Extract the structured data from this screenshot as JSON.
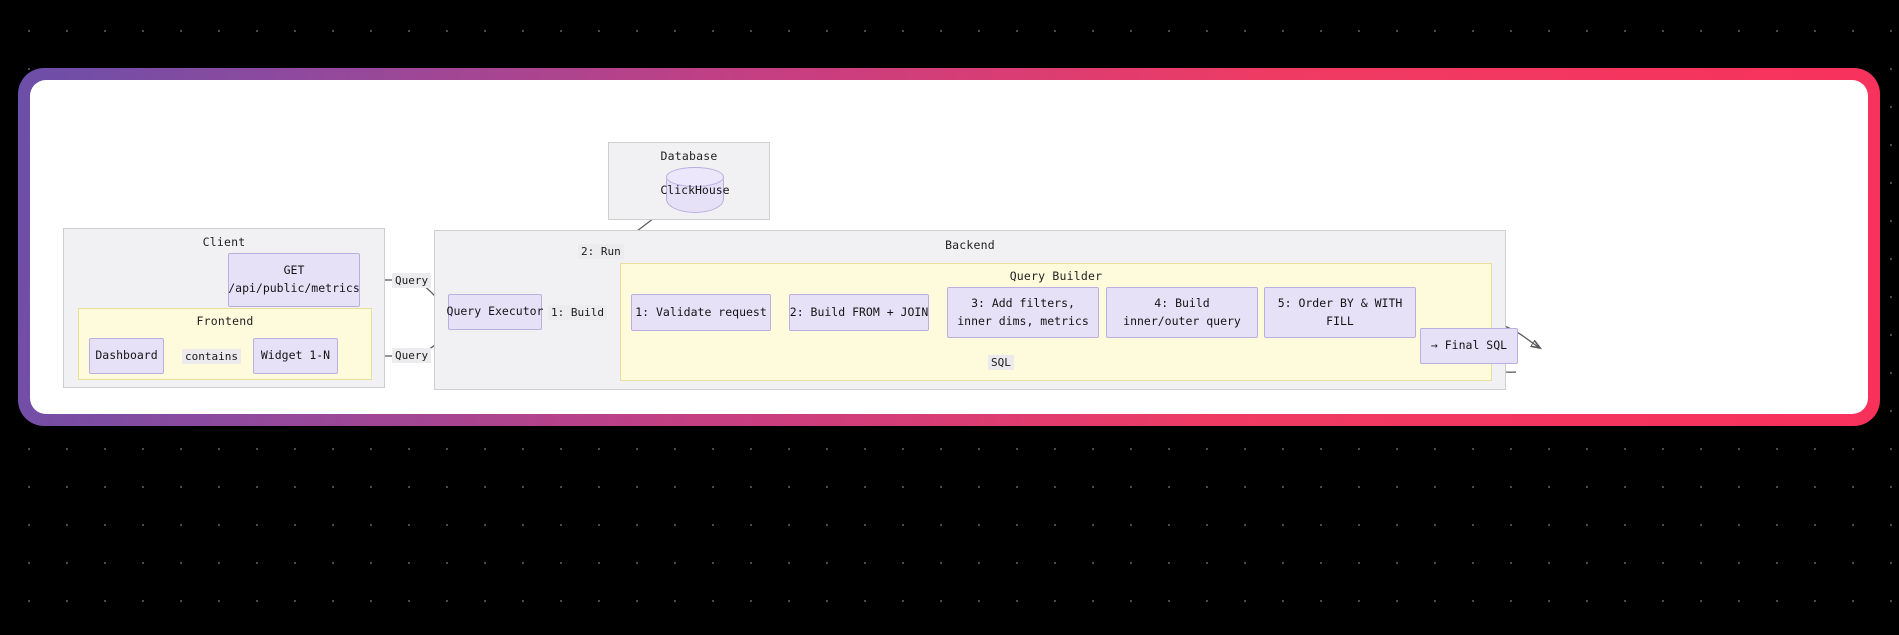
{
  "background": {
    "style": "dotted-grid",
    "color": "#000000",
    "dot_color": "#4a4a4a"
  },
  "frame": {
    "gradient_from": "#6b4fa8",
    "gradient_mid": "#c43f83",
    "gradient_to": "#f8315b",
    "card_color": "#ffffff"
  },
  "palette": {
    "node_fill": "#e7e1f8",
    "node_stroke": "#b9b0e0",
    "subgraph_gray_fill": "#f1f1f3",
    "subgraph_gray_stroke": "#cfcfcf",
    "subgraph_yellow_fill": "#fdfbdc",
    "subgraph_yellow_stroke": "#e6e09a",
    "edge_stroke": "#54565b",
    "edge_label_bg": "#ececef"
  },
  "diagram": {
    "type": "flowchart",
    "subgraphs": [
      {
        "id": "database",
        "title": "Database"
      },
      {
        "id": "client",
        "title": "Client"
      },
      {
        "id": "frontend",
        "title": "Frontend"
      },
      {
        "id": "backend",
        "title": "Backend"
      },
      {
        "id": "query_builder",
        "title": "Query Builder"
      }
    ],
    "nodes": {
      "clickhouse": {
        "label": "ClickHouse",
        "shape": "cylinder",
        "group": "database"
      },
      "get_endpoint": {
        "line1": "GET",
        "line2": "/api/public/metrics",
        "shape": "rect",
        "group": "client"
      },
      "dashboard": {
        "label": "Dashboard",
        "shape": "rect",
        "group": "frontend"
      },
      "widget": {
        "label": "Widget 1-N",
        "shape": "rect",
        "group": "frontend"
      },
      "query_executor": {
        "label": "Query Executor",
        "shape": "rect",
        "group": "backend"
      },
      "step1": {
        "label": "1: Validate request",
        "shape": "rect",
        "group": "query_builder"
      },
      "step2": {
        "label": "2: Build FROM + JOIN",
        "shape": "rect",
        "group": "query_builder"
      },
      "step3": {
        "line1": "3: Add filters,",
        "line2": "inner dims, metrics",
        "shape": "rect",
        "group": "query_builder"
      },
      "step4": {
        "line1": "4: Build",
        "line2": "inner/outer query",
        "shape": "rect",
        "group": "query_builder"
      },
      "step5": {
        "line1": "5: Order BY & WITH",
        "line2": "FILL",
        "shape": "rect",
        "group": "query_builder"
      },
      "final_sql": {
        "label": "→ Final SQL",
        "shape": "rect",
        "group": "query_builder"
      }
    },
    "edges": [
      {
        "from": "dashboard",
        "to": "widget",
        "label": "contains"
      },
      {
        "from": "get_endpoint",
        "to": "query_executor",
        "label": "Query"
      },
      {
        "from": "widget",
        "to": "query_executor",
        "label": "Query"
      },
      {
        "from": "query_executor",
        "to": "clickhouse",
        "label": "2: Run"
      },
      {
        "from": "query_executor",
        "to": "step1",
        "label": "1: Build"
      },
      {
        "from": "step1",
        "to": "step2",
        "label": ""
      },
      {
        "from": "step2",
        "to": "step3",
        "label": ""
      },
      {
        "from": "step3",
        "to": "step4",
        "label": ""
      },
      {
        "from": "step4",
        "to": "step5",
        "label": ""
      },
      {
        "from": "step5",
        "to": "final_sql",
        "label": ""
      },
      {
        "from": "final_sql",
        "to": "query_executor",
        "label": "SQL"
      }
    ]
  }
}
